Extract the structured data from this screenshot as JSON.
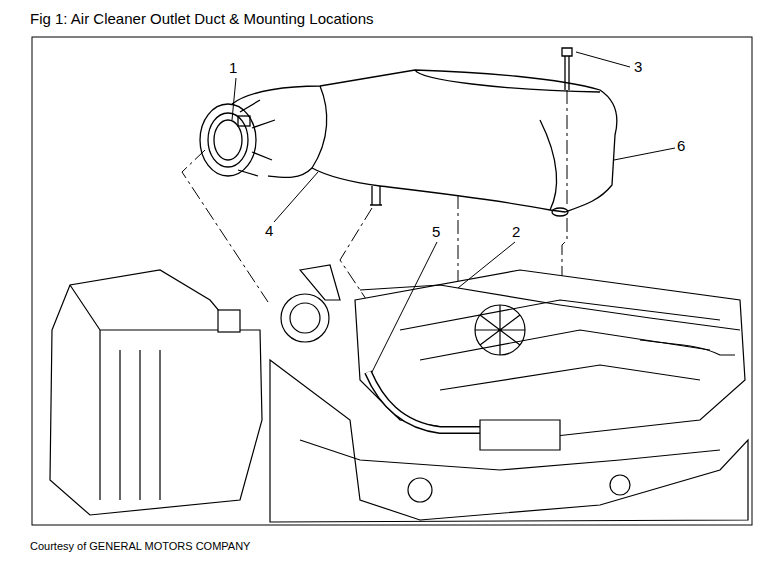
{
  "diagram": {
    "title": "Fig 1: Air Cleaner Outlet Duct & Mounting Locations",
    "caption": "Courtesy of GENERAL MOTORS COMPANY",
    "labels": [
      "1",
      "2",
      "3",
      "4",
      "5",
      "6"
    ]
  }
}
